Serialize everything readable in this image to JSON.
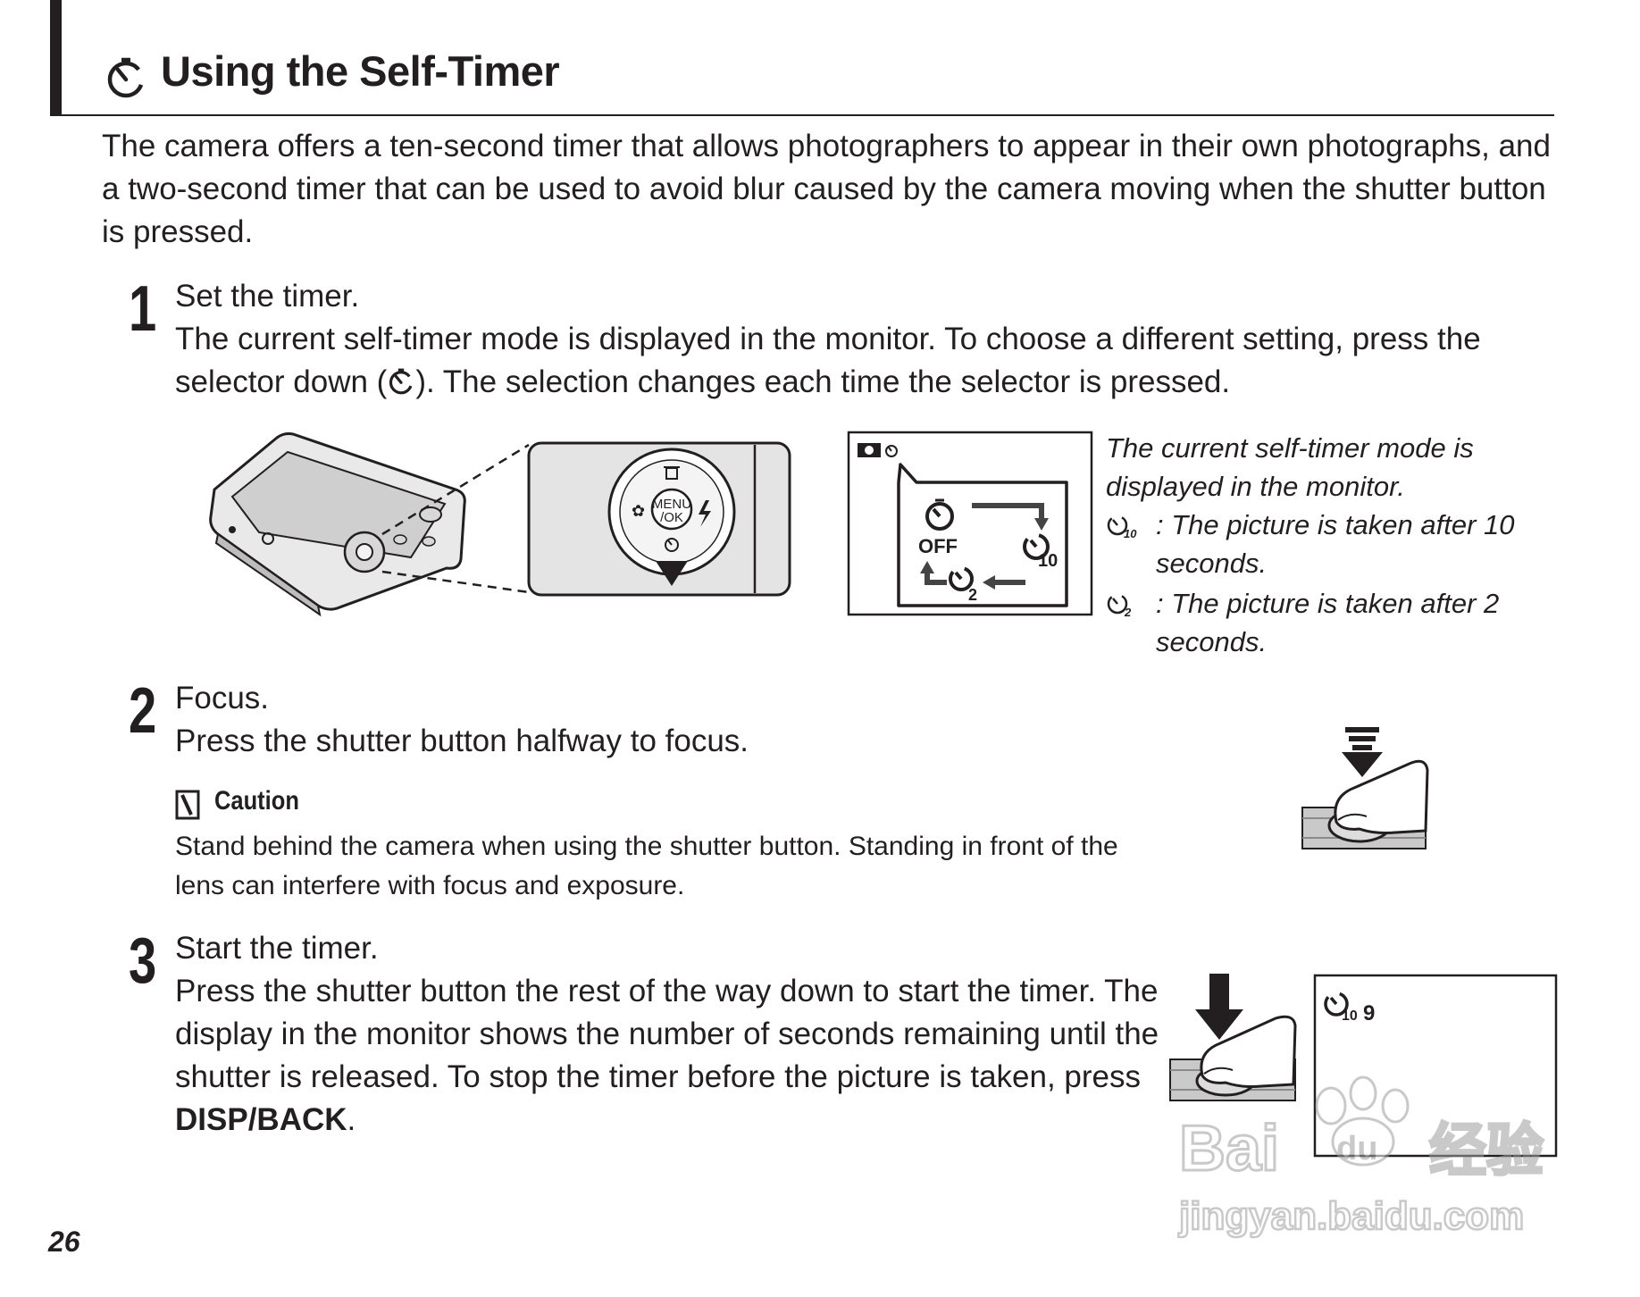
{
  "header": {
    "title": "Using the Self-Timer",
    "title_icon": "self-timer-icon"
  },
  "intro": "The camera offers a ten-second timer that allows photographers to appear in their own photographs, and a two-second timer that can be used to avoid blur caused by the camera moving when the shutter button is pressed.",
  "steps": [
    {
      "number": "1",
      "heading": "Set the timer.",
      "body_before_icon": "The current self-timer mode is displayed in the monitor.  To choose a different setting, press the selector down (",
      "body_after_icon": ").  The selection changes each time the selector is pressed."
    },
    {
      "number": "2",
      "heading": "Focus.",
      "body": "Press the shutter button halfway to focus."
    },
    {
      "number": "3",
      "heading": "Start the timer.",
      "body": "Press the shutter button the rest of the way down to start the timer.  The display in the monitor shows the number of seconds remaining until the shutter is released.  To stop the timer before the picture is taken, press ",
      "body_key": "DISP/BACK",
      "body_end": "."
    }
  ],
  "caution": {
    "title": "Caution",
    "body": "Stand behind the camera when using the shutter button.  Standing in front of the lens can interfere with focus and exposure."
  },
  "figure1": {
    "selector_center_label_1": "MENU",
    "selector_center_label_2": "/OK",
    "cycle_off_label": "OFF",
    "cycle_10_label": "10",
    "cycle_2_label": "2",
    "caption": "The current self-timer mode is displayed in the monitor.",
    "legend": [
      {
        "icon": "self-timer-10-icon",
        "sub": "10",
        "text": ": The picture is taken after 10 seconds."
      },
      {
        "icon": "self-timer-2-icon",
        "sub": "2",
        "text": ": The picture is taken after 2 seconds."
      }
    ]
  },
  "figure3": {
    "monitor_timer_sub": "10",
    "monitor_countdown": "9"
  },
  "watermark": {
    "line1": "Bai",
    "line1b": "du",
    "line1c": "经验",
    "line2": "jingyan.baidu.com"
  },
  "page_number": "26"
}
